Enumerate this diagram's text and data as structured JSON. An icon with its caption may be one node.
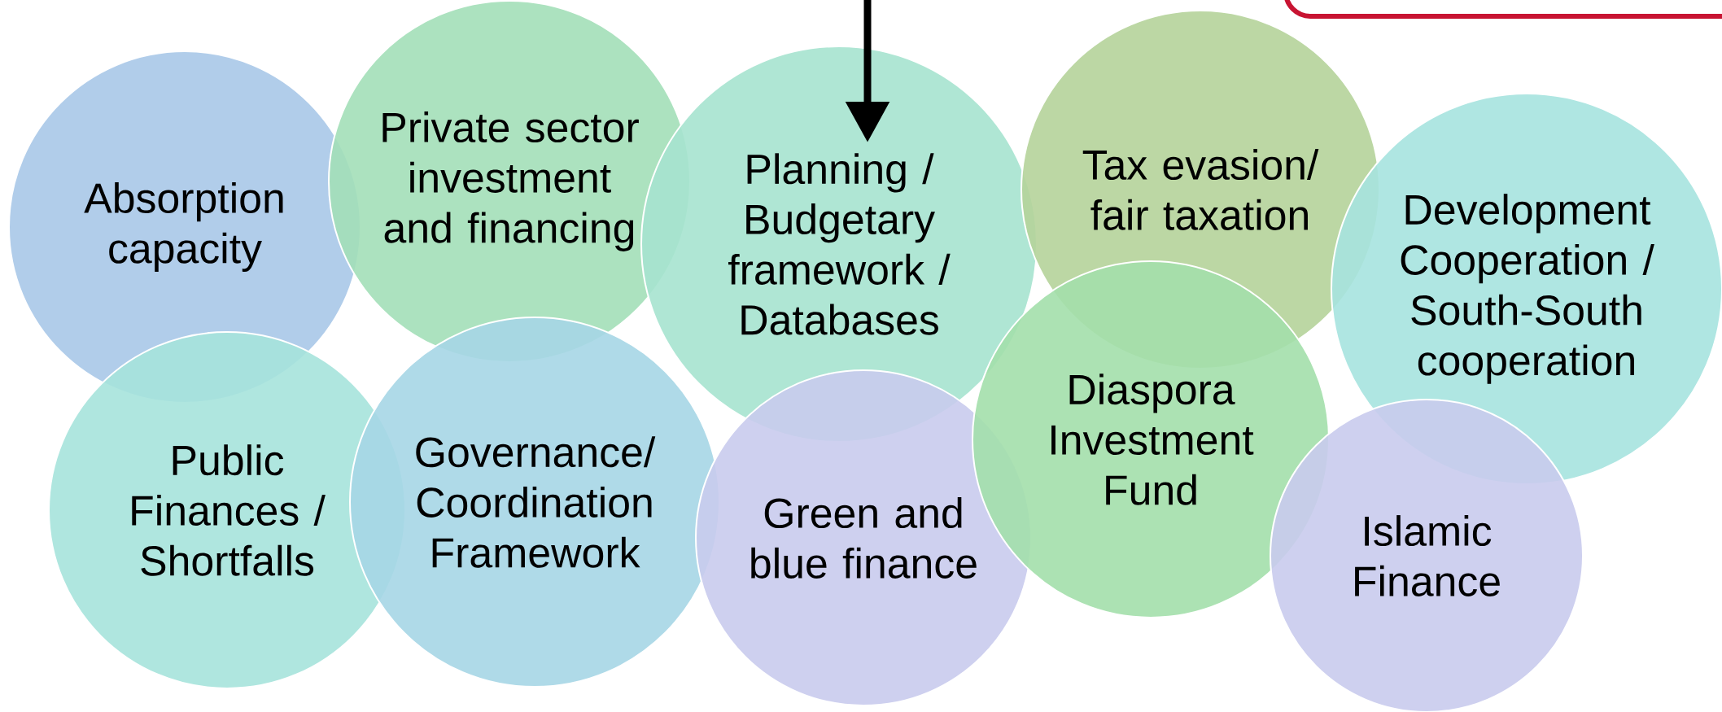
{
  "diagram": {
    "nodes": [
      {
        "text": [
          "Absorption capacity"
        ]
      },
      {
        "text": [
          "Private sector investment and financing"
        ]
      },
      {
        "text": [
          "Planning / Budgetary framework / Databases"
        ]
      },
      {
        "text": [
          "Tax evasion/ fair taxation"
        ]
      },
      {
        "text": [
          "Development Cooperation / South-South cooperation"
        ]
      },
      {
        "text": [
          "Public Finances / Shortfalls"
        ]
      },
      {
        "text": [
          "Governance/ Coordination Framework"
        ]
      },
      {
        "text": [
          "Green and blue finance"
        ]
      },
      {
        "text": [
          "Diaspora Investment Fund"
        ]
      },
      {
        "text": [
          "Islamic Finance"
        ]
      }
    ],
    "edges": [
      {
        "from": null,
        "to": 2,
        "arrow": "to"
      }
    ]
  }
}
